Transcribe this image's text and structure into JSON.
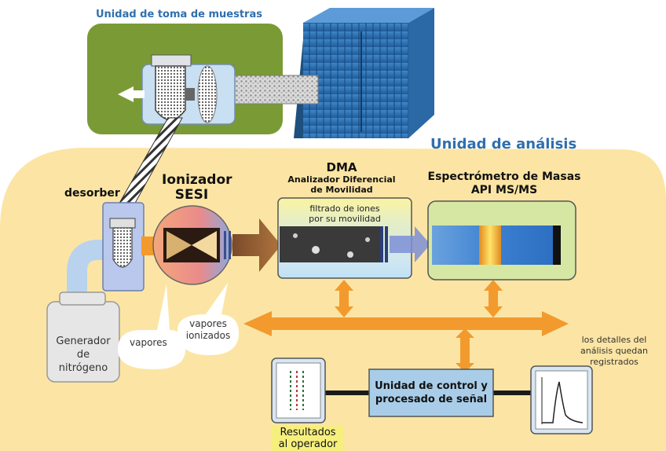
{
  "sampling_unit": {
    "title": "Unidad de toma de muestras"
  },
  "analysis_unit": {
    "title": "Unidad de análisis"
  },
  "components": {
    "desorber": "desorber",
    "ionizer_line1": "Ionizador",
    "ionizer_line2": "SESI",
    "dma_title": "DMA",
    "dma_sub1": "Analizador Diferencial",
    "dma_sub2": "de Movilidad",
    "dma_filter1": "filtrado de iones",
    "dma_filter2": "por su movilidad",
    "ms_line1": "Espectrómetro de Masas",
    "ms_line2": "API MS/MS",
    "nitrogen_line1": "Generador",
    "nitrogen_line2": "de",
    "nitrogen_line3": "nitrógeno",
    "vapors": "vapores",
    "ionized_line1": "vapores",
    "ionized_line2": "ionizados",
    "control_line1": "Unidad de control y",
    "control_line2": "procesado de señal",
    "details_line1": "los detalles del",
    "details_line2": "análisis quedan",
    "details_line3": "registrados",
    "results_line1": "Resultados",
    "results_line2": "al operador"
  },
  "colors": {
    "sampling_bg": "#7a9a35",
    "analysis_bg": "#fce5a4",
    "arrow_orange": "#f29a2e",
    "title_blue": "#2f6fae",
    "control_box": "#a9cde8"
  }
}
